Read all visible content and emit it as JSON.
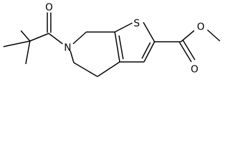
{
  "molecule": {
    "atom_labels": {
      "ketone_oxygen": "O",
      "ring_nitrogen": "N",
      "thiophene_sulfur": "S",
      "ester_carbonyl_oxygen": "O",
      "ester_ether_oxygen": "O"
    }
  }
}
